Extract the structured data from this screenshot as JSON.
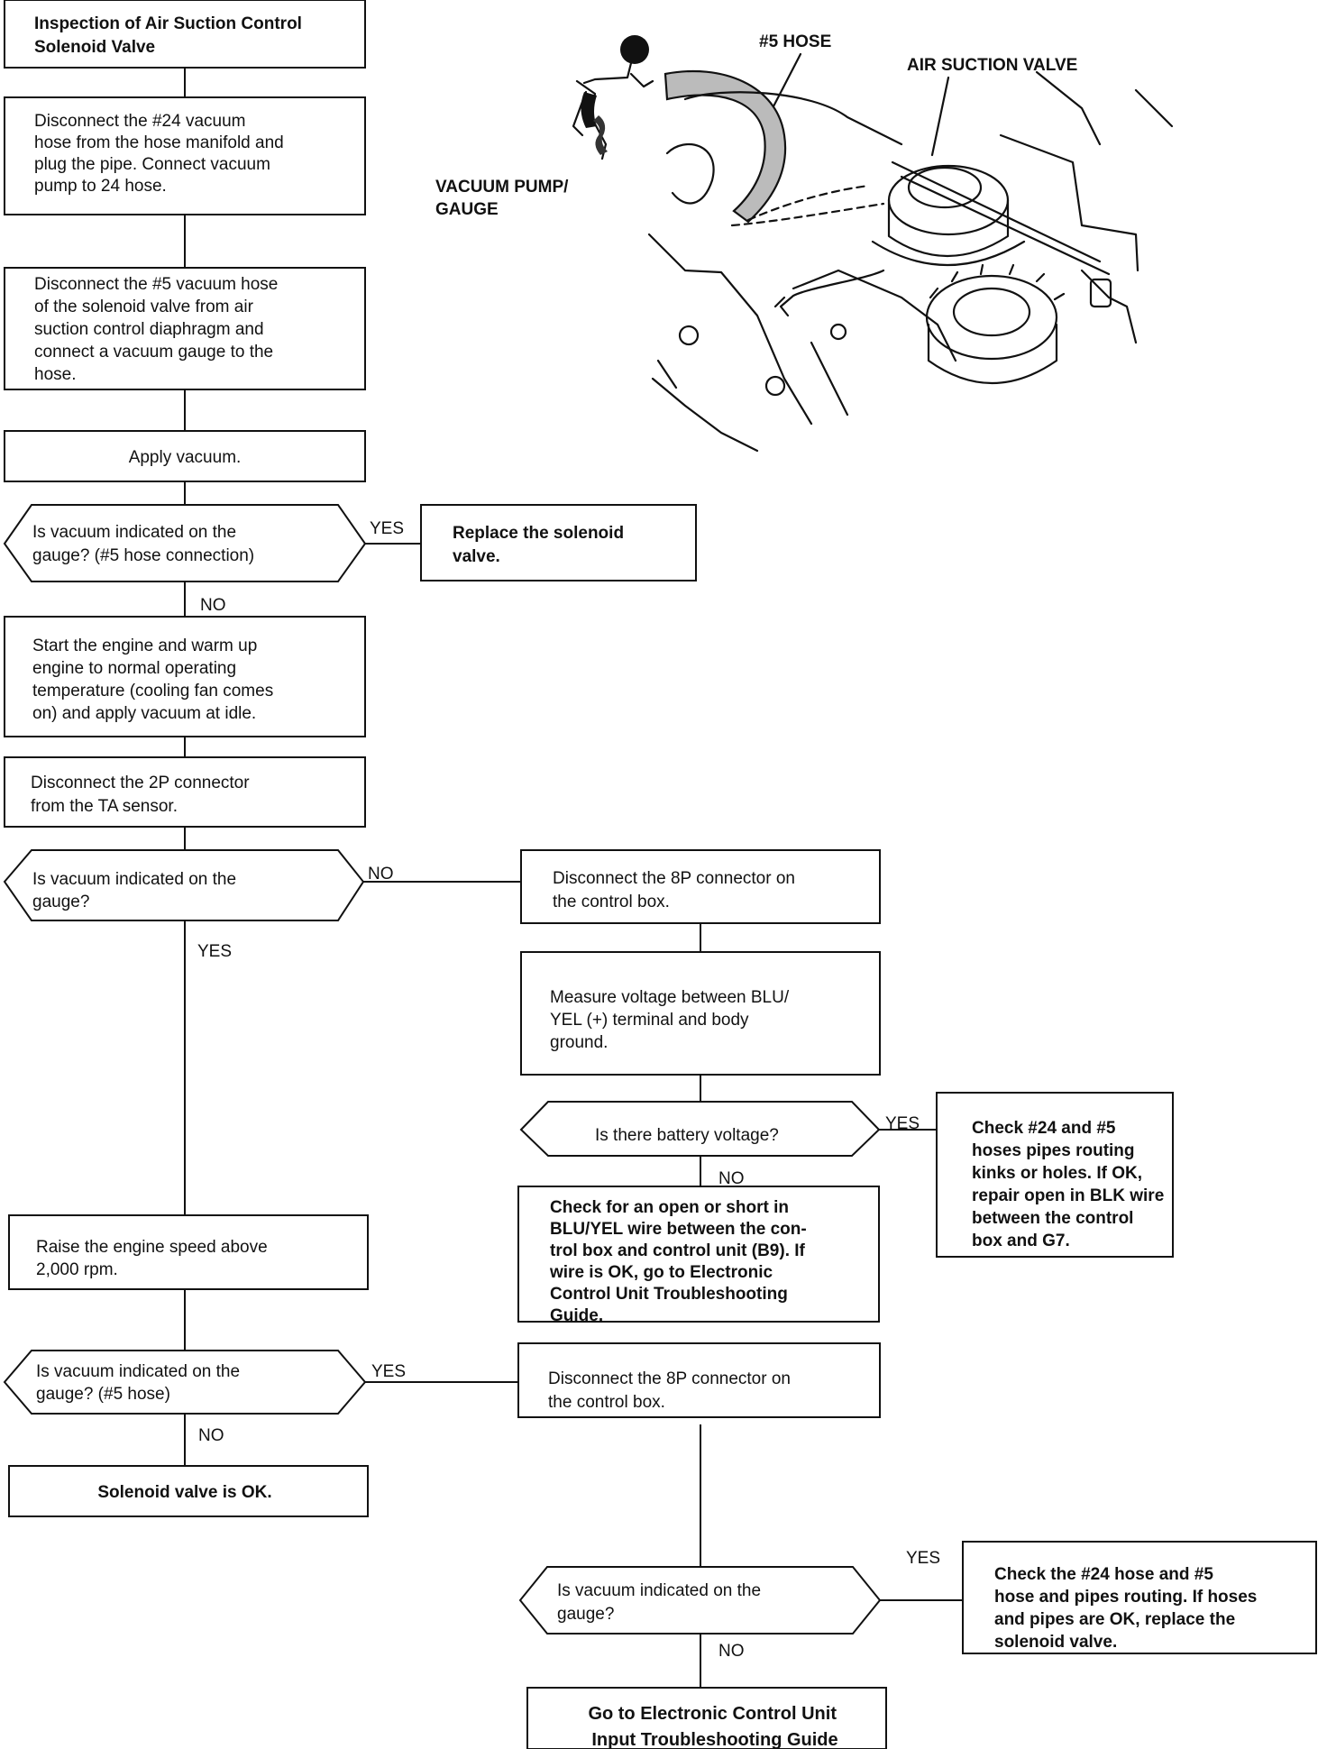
{
  "nodes": {
    "title": [
      "Inspection of Air Suction Control",
      "Solenoid Valve"
    ],
    "step1": [
      "Disconnect the #24 vacuum",
      "hose from the hose manifold and",
      "plug the pipe. Connect vacuum",
      "pump to 24 hose."
    ],
    "step2": [
      "Disconnect the #5 vacuum hose",
      "of the solenoid valve from air",
      "suction control diaphragm and",
      "connect a vacuum gauge to the",
      "hose."
    ],
    "step3": [
      "Apply vacuum."
    ],
    "q1": [
      "Is vacuum indicated on the",
      "gauge? (#5 hose connection)"
    ],
    "r1": [
      "Replace the solenoid",
      "valve."
    ],
    "step4": [
      "Start the engine and warm up",
      "engine to normal operating",
      "temperature (cooling fan comes",
      "on) and apply vacuum at idle."
    ],
    "step5": [
      "Disconnect the 2P connector",
      "from the TA sensor."
    ],
    "q2": [
      "Is vacuum indicated on the",
      "gauge?"
    ],
    "r2": [
      "Disconnect the 8P connector on",
      "the control box."
    ],
    "r3": [
      "Measure voltage between BLU/",
      "YEL (+) terminal and body",
      "ground."
    ],
    "q3": [
      "Is there battery voltage?"
    ],
    "r4": [
      "Check #24 and #5",
      "hoses pipes routing",
      "kinks or holes. If OK,",
      "repair open in BLK wire",
      "between the control",
      "box and G7."
    ],
    "r5": [
      "Check for an open or short in",
      "BLU/YEL wire between the con-",
      "trol box and control unit (B9). If",
      "wire is OK, go to Electronic",
      "Control Unit Troubleshooting",
      "Guide."
    ],
    "step6": [
      "Raise the engine speed above",
      "2,000 rpm."
    ],
    "q4": [
      "Is vacuum indicated on the",
      "gauge? (#5 hose)"
    ],
    "r6": [
      "Disconnect the 8P connector on",
      "the control box."
    ],
    "ok": [
      "Solenoid valve is OK."
    ],
    "q5": [
      "Is vacuum indicated on the",
      "gauge?"
    ],
    "r7": [
      "Check the #24 hose and #5",
      "hose and pipes routing. If hoses",
      "and pipes are OK, replace the",
      "solenoid valve."
    ],
    "r8": [
      "Go to Electronic Control Unit",
      "Input Troubleshooting Guide"
    ]
  },
  "labels": {
    "q1_yes": "YES",
    "q1_no": "NO",
    "q2_no": "NO",
    "q2_yes": "YES",
    "q3_yes": "YES",
    "q3_no": "NO",
    "q4_yes": "YES",
    "q4_no": "NO",
    "q5_yes": "YES",
    "q5_no": "NO"
  },
  "illustration": {
    "hose_label": "#5 HOSE",
    "valve_label": "AIR SUCTION VALVE",
    "pump_label_1": "VACUUM PUMP/",
    "pump_label_2": "GAUGE"
  }
}
